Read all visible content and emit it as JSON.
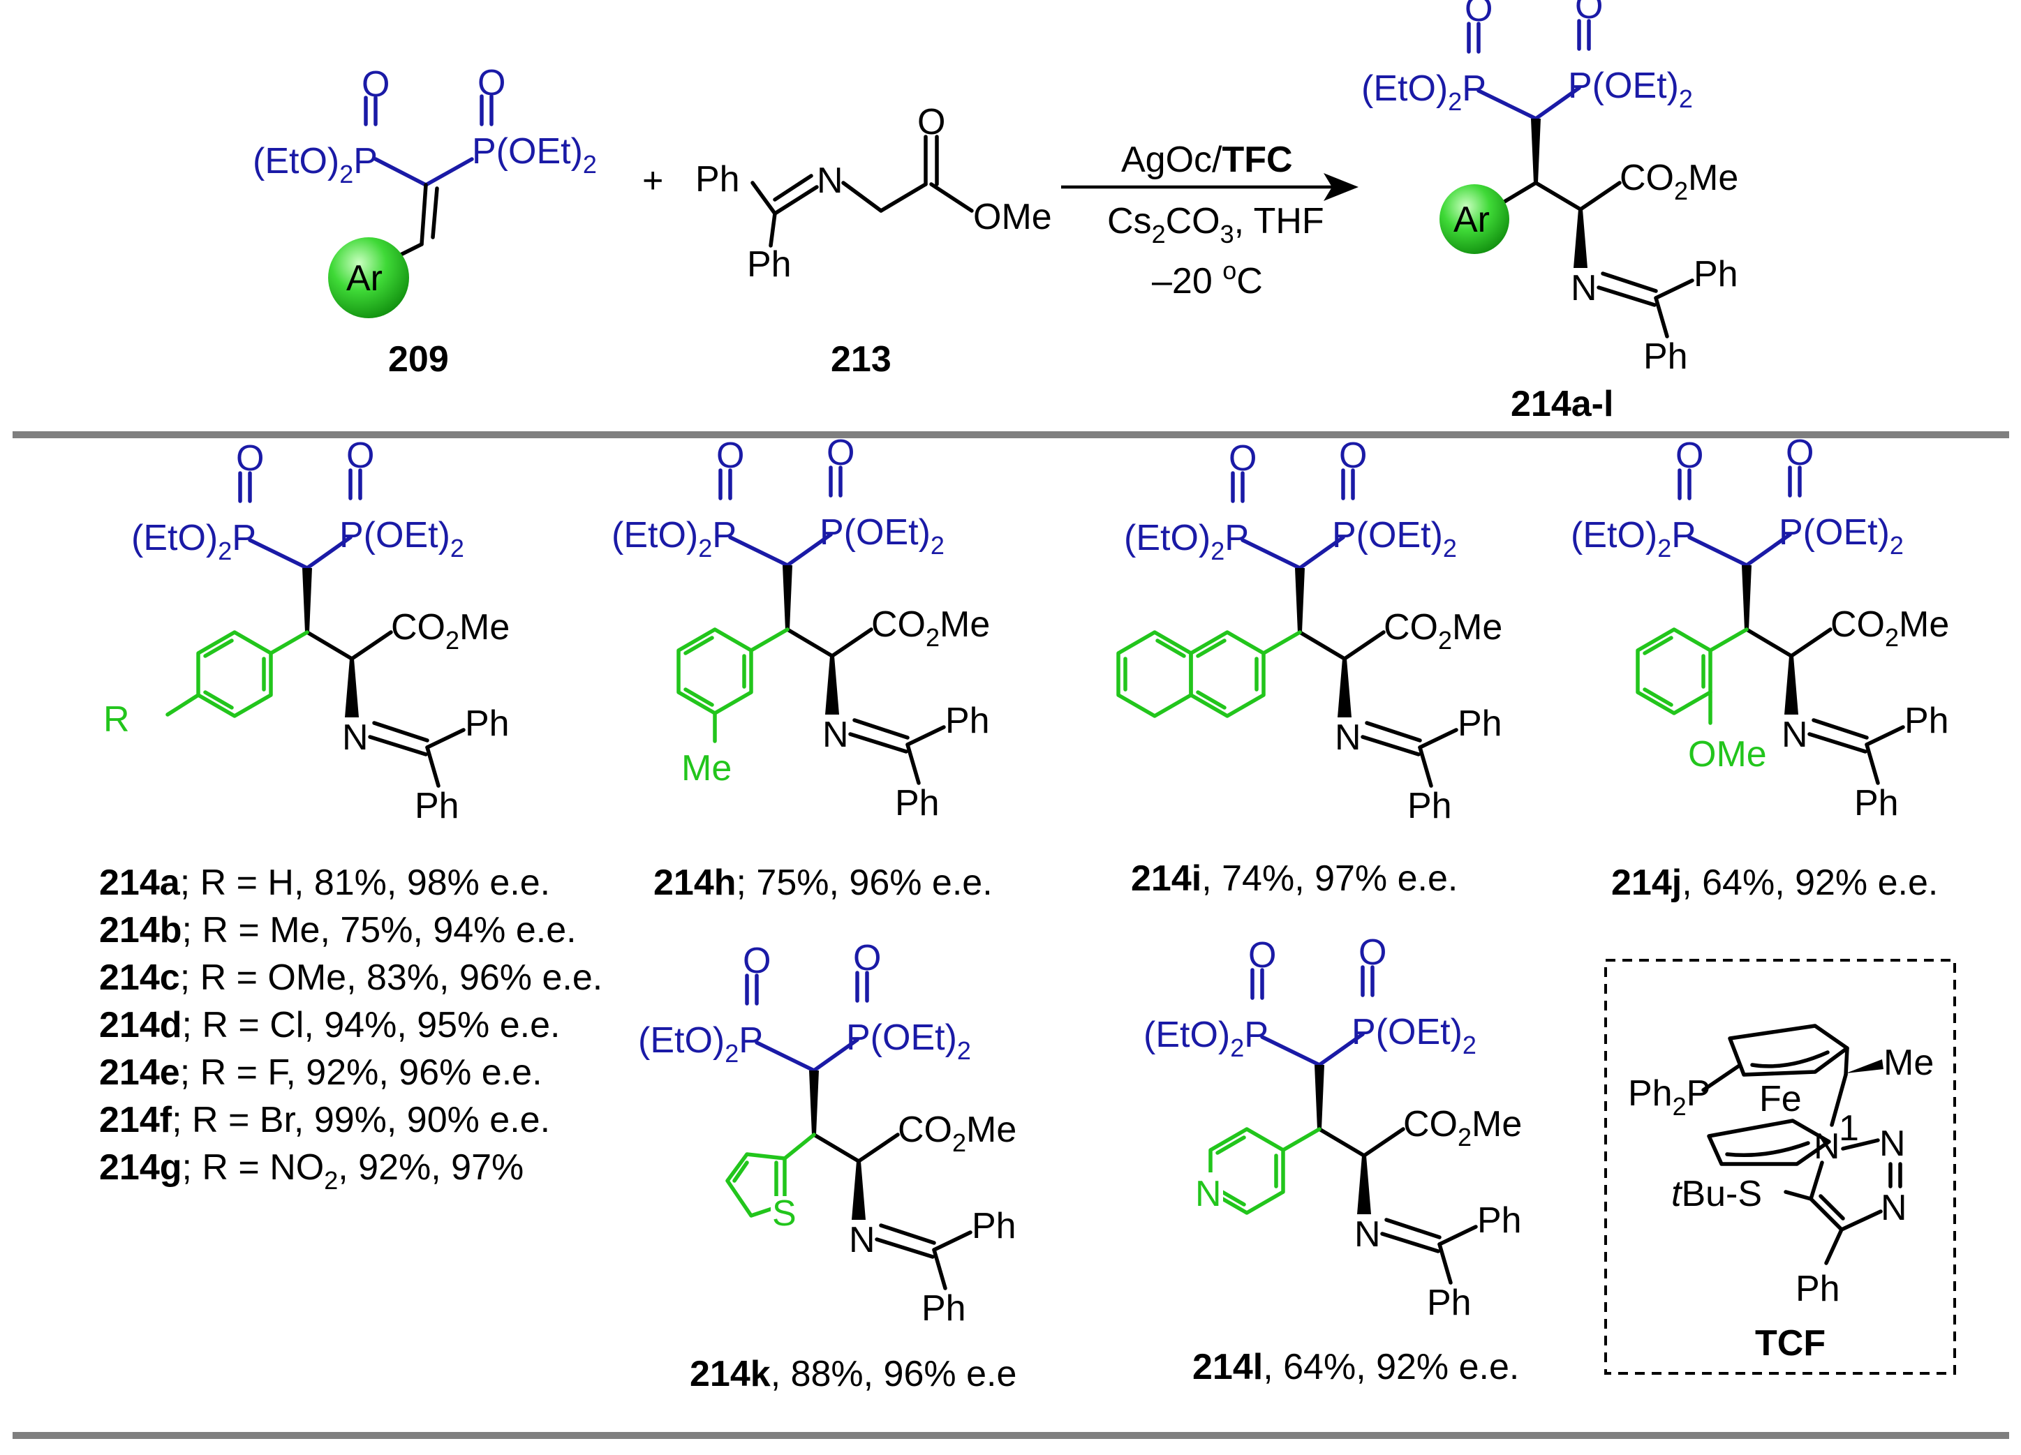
{
  "colors": {
    "phosphonate": "#1a1aa6",
    "aryl": "#22c51c",
    "core": "#000000",
    "rule": "#7f7f7f",
    "ar_ball": "#34d12e"
  },
  "labels": {
    "P_EtO2": "(EtO)",
    "P_OEt2": "P(OEt)",
    "sub2": "2",
    "O": "O",
    "P": "P",
    "Ar": "Ar",
    "Ph": "Ph",
    "N": "N",
    "OMe": "OMe",
    "CO2Me_a": "CO",
    "CO2Me_b": "Me",
    "Me": "Me",
    "R": "R",
    "S": "S",
    "plus": "+"
  },
  "header": {
    "compound_209": "209",
    "compound_213": "213",
    "product_label": "214a-l",
    "conditions": {
      "line1_a": "AgOc/",
      "line1_b": "TFC",
      "line2_a": "Cs",
      "line2_sub": "2",
      "line2_b": "CO",
      "line2_sub2": "3",
      "line2_c": ", THF",
      "line3_a": "–20 ",
      "line3_sup": "o",
      "line3_b": "C"
    }
  },
  "entries": [
    {
      "id": "214a",
      "text": "; R = H, 81%, 98% e.e."
    },
    {
      "id": "214b",
      "text": "; R = Me, 75%, 94% e.e."
    },
    {
      "id": "214c",
      "text": "; R = OMe, 83%, 96% e.e."
    },
    {
      "id": "214d",
      "text": "; R = Cl, 94%, 95% e.e."
    },
    {
      "id": "214e",
      "text": "; R = F, 92%, 96% e.e."
    },
    {
      "id": "214f",
      "text": "; R = Br, 99%, 90% e.e."
    },
    {
      "id": "214g",
      "text_a": "; R = NO",
      "text_sub": "2",
      "text_b": ", 92%, 97%"
    }
  ],
  "products": {
    "h": {
      "id": "214h",
      "text": "; 75%, 96% e.e."
    },
    "i": {
      "id": "214i",
      "text": ", 74%, 97% e.e."
    },
    "j": {
      "id": "214j",
      "text": ", 64%, 92% e.e."
    },
    "k": {
      "id": "214k",
      "text": ", 88%, 96% e.e"
    },
    "l": {
      "id": "214l",
      "text": ", 64%, 92% e.e."
    }
  },
  "ligand": {
    "name": "TCF",
    "fe": "Fe",
    "ph2p_a": "Ph",
    "ph2p_sub": "2",
    "ph2p_b": "P",
    "me": "Me",
    "tbu_a": "t",
    "tbu_b": "Bu-S",
    "n1": "1",
    "n_label": "N",
    "ph": "Ph"
  }
}
